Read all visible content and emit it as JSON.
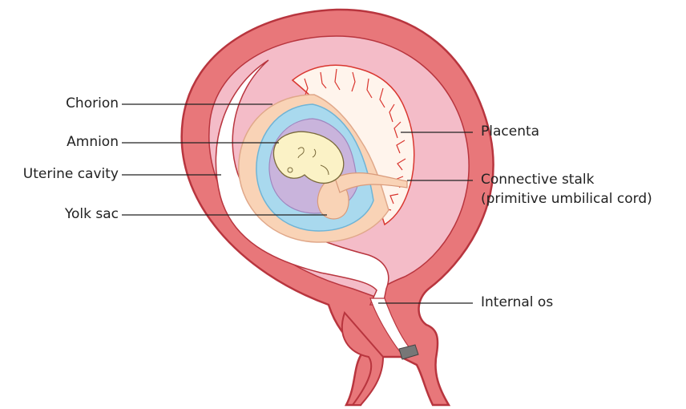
{
  "labels": {
    "chorion": "Chorion",
    "amnion": "Amnion",
    "uterine_cavity": "Uterine cavity",
    "yolk_sac": "Yolk sac",
    "placenta": "Placenta",
    "connective_stalk_line1": "Connective stalk",
    "connective_stalk_line2": "(primitive umbilical cord)",
    "internal_os": "Internal os"
  },
  "colors": {
    "uterine_wall": "#e8777a",
    "uterine_wall_outline": "#b8353e",
    "decidua": "#f4bcc8",
    "cavity": "#ffffff",
    "chorion": "#f9d3b6",
    "amnion": "#a9d9ee",
    "amniotic_cavity": "#c9b4dc",
    "embryo": "#fbf2c6",
    "placenta_vessels": "#d9362f",
    "plug": "#777777",
    "leader_line": "#222222"
  }
}
